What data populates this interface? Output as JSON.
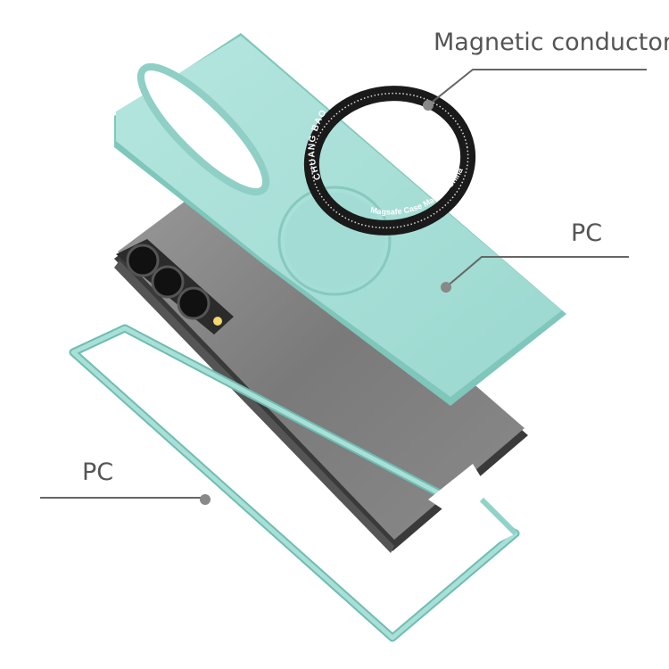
{
  "callouts": {
    "magnetic": "Magnetic conductor",
    "pc_case": "PC",
    "pc_frame": "PC"
  },
  "ring": {
    "top_text": "CHUANG BAO LAI",
    "bottom_text": "Magsafe  Case  Made  in  China"
  },
  "colors": {
    "case": "#a6ded7",
    "frame": "#8fd3c9",
    "phone": "#7c7c7c",
    "ring": "#1a1a1a",
    "callout": "#555555"
  }
}
